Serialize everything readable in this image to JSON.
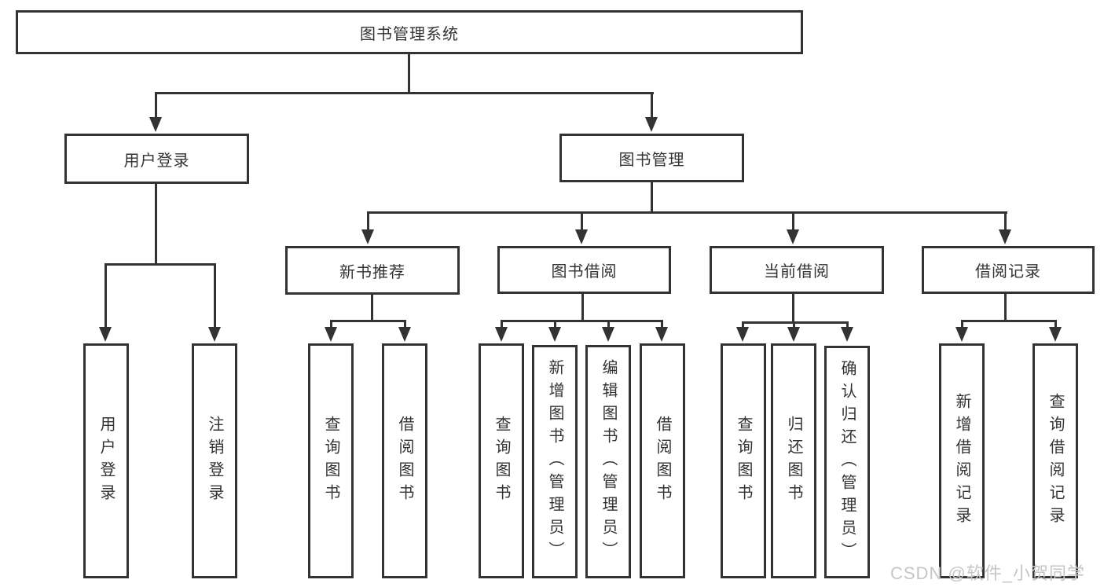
{
  "diagram": {
    "root": "图书管理系统",
    "level2": {
      "user_login": "用户登录",
      "book_management": "图书管理"
    },
    "level3": {
      "new_book_recommend": "新书推荐",
      "book_borrowing": "图书借阅",
      "current_borrowing": "当前借阅",
      "borrowing_records": "借阅记录"
    },
    "leaves": {
      "user_login": "用户登录",
      "logout": "注销登录",
      "query_books_1": "查询图书",
      "borrow_books_1": "借阅图书",
      "query_books_2": "查询图书",
      "add_books_admin": "新增图书（管理员）",
      "edit_books_admin": "编辑图书（管理员）",
      "borrow_books_2": "借阅图书",
      "query_books_3": "查询图书",
      "return_books": "归还图书",
      "confirm_return_admin": "确认归还（管理员）",
      "add_borrow_record": "新增借阅记录",
      "query_borrow_record": "查询借阅记录"
    }
  },
  "watermark": "CSDN @软件_小贺同学",
  "colors": {
    "line": "#333333",
    "text": "#333333",
    "watermark": "#c6c6c6",
    "background": "#ffffff"
  }
}
